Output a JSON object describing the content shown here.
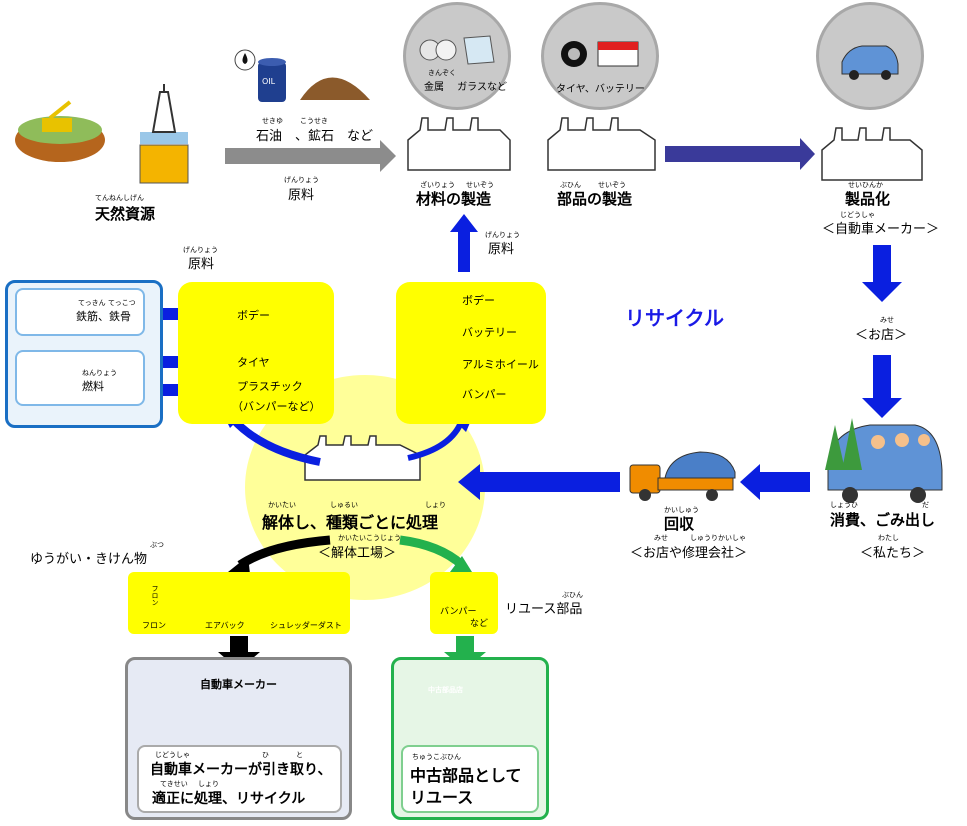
{
  "top": {
    "natural_resources": "天然資源",
    "natural_resources_ruby": "てんねんしげん",
    "oil_ruby": "せきゆ",
    "ore_ruby": "こうせき",
    "oil_ore": "石油　、鉱石　など",
    "oil_drum_text": "OIL",
    "raw_material_ruby": "げんりょう",
    "raw_material": "原料",
    "metal_ruby": "きんぞく",
    "metal_glass": "金属　 ガラスなど",
    "tire_battery": "タイヤ、バッテリー",
    "material_mfg_ruby_1": "ざいりょう",
    "material_mfg_ruby_2": "せいぞう",
    "material_mfg": "材料の製造",
    "parts_mfg_ruby_1": "ぶひん",
    "parts_mfg_ruby_2": "せいぞう",
    "parts_mfg": "部品の製造",
    "productize_ruby": "せいひんか",
    "productize": "製品化",
    "automaker_ruby": "じどうしゃ",
    "automaker": "＜自動車メーカー＞"
  },
  "right": {
    "store_ruby": "みせ",
    "store": "＜お店＞",
    "consume_ruby_1": "しょうひ",
    "consume_ruby_2": "だ",
    "consume": "消費、ごみ出し",
    "us_ruby": "わたし",
    "us": "＜私たち＞"
  },
  "middle": {
    "recycle": "リサイクル",
    "collect_ruby": "かいしゅう",
    "collect": "回収",
    "collect_sub_ruby_1": "みせ",
    "collect_sub_ruby_2": "しゅうりかいしゃ",
    "collect_sub": "＜お店や修理会社＞",
    "raw_ruby_left": "げんりょう",
    "raw_left": "原料",
    "raw_ruby_mid": "げんりょう",
    "raw_mid": "原料"
  },
  "left_box": {
    "rebar_ruby_1": "てっきん",
    "rebar_ruby_2": "てっこつ",
    "rebar": "鉄筋、鉄骨",
    "fuel_ruby": "ねんりょう",
    "fuel": "燃料"
  },
  "yellow_left": {
    "body": "ボデー",
    "tire": "タイヤ",
    "plastic": "プラスチック",
    "plastic_sub": "（バンパーなど）"
  },
  "yellow_right": {
    "body": "ボデー",
    "battery": "バッテリー",
    "wheel": "アルミホイール",
    "bumper": "バンパー"
  },
  "dismantle": {
    "ruby_1": "かいたい",
    "ruby_2": "しゅるい",
    "ruby_3": "しょり",
    "title": "解体し、種類ごとに処理",
    "sub_ruby": "かいたいこうじょう",
    "sub": "＜解体工場＞"
  },
  "hazard": {
    "label": "ゆうがい・きけん物",
    "label_ruby": "ぶつ",
    "freon": "フロン",
    "freon_can": "フロン",
    "airbag": "エアバック",
    "dust": "シュレッダーダスト"
  },
  "reuse": {
    "bumper": "バンパー",
    "etc": "など",
    "label": "リユース部品",
    "label_ruby": "ぶひん"
  },
  "bottom_left": {
    "maker": "自動車メーカー",
    "line1_ruby_1": "じどうしゃ",
    "line1_ruby_2": "ひ",
    "line1_ruby_3": "と",
    "line1": "自動車メーカーが引き取り、",
    "line2_ruby_1": "てきせい",
    "line2_ruby_2": "しょり",
    "line2": "適正に処理、リサイクル"
  },
  "bottom_right": {
    "shop_sign": "中古部品店",
    "ruby": "ちゅうこぶひん",
    "line1": "中古部品として",
    "line2": "リユース"
  },
  "colors": {
    "blue_arrow": "#1a1ae6",
    "gray_arrow": "#8c8c8c",
    "yellow": "#ffff00",
    "pale_yellow": "#ffff99",
    "green": "#23b14d",
    "black": "#000000",
    "left_frame": "#1a6fc4"
  }
}
